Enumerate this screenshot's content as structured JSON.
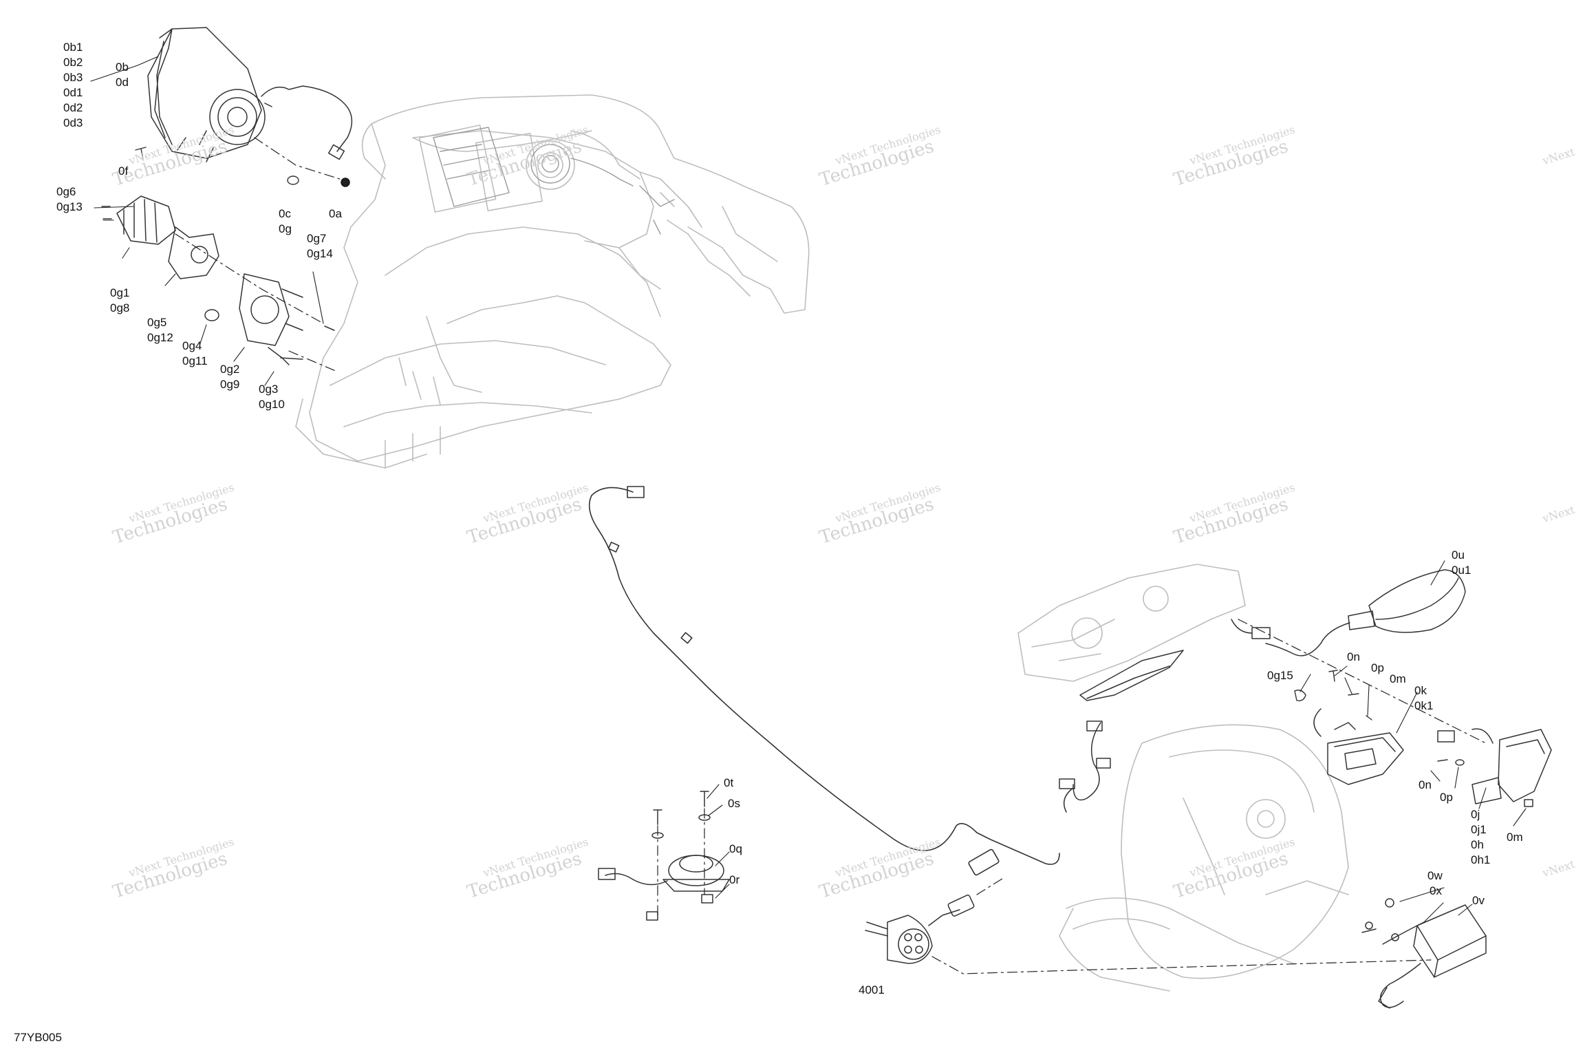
{
  "reference": "77YB005",
  "watermark": {
    "text": "vNext Technologies",
    "line1": "vNext",
    "line2": "Technologies"
  },
  "callouts": [
    {
      "id": "headlamp",
      "lines": [
        "0b1",
        "0b2",
        "0b3",
        "0d1",
        "0d2",
        "0d3"
      ]
    },
    {
      "id": "headlamp-assembly",
      "lines": [
        "0b",
        "0d"
      ]
    },
    {
      "id": "screw-0f",
      "lines": [
        "0f"
      ]
    },
    {
      "id": "clip-0c",
      "lines": [
        "0c",
        "0g"
      ]
    },
    {
      "id": "nut-0a",
      "lines": [
        "0a"
      ]
    },
    {
      "id": "screws-0g6",
      "lines": [
        "0g6",
        "0g13"
      ]
    },
    {
      "id": "fog-lamp",
      "lines": [
        "0g1",
        "0g8"
      ]
    },
    {
      "id": "lamp-housing",
      "lines": [
        "0g5",
        "0g12"
      ]
    },
    {
      "id": "grommet",
      "lines": [
        "0g4",
        "0g11"
      ]
    },
    {
      "id": "bracket",
      "lines": [
        "0g2",
        "0g9"
      ]
    },
    {
      "id": "screw-0g7",
      "lines": [
        "0g7",
        "0g14"
      ]
    },
    {
      "id": "adjuster",
      "lines": [
        "0g3",
        "0g10"
      ]
    },
    {
      "id": "mirror-signal",
      "lines": [
        "0u",
        "0u1"
      ]
    },
    {
      "id": "nut-0n-upper",
      "lines": [
        "0n"
      ]
    },
    {
      "id": "washer-0p-upper",
      "lines": [
        "0p"
      ]
    },
    {
      "id": "clip-0m-upper",
      "lines": [
        "0m"
      ]
    },
    {
      "id": "connector-0g15",
      "lines": [
        "0g15"
      ]
    },
    {
      "id": "signal-left",
      "lines": [
        "0k",
        "0k1"
      ]
    },
    {
      "id": "nut-0n-lower",
      "lines": [
        "0n"
      ]
    },
    {
      "id": "washer-0p-lower",
      "lines": [
        "0p"
      ]
    },
    {
      "id": "signal-right",
      "lines": [
        "0j",
        "0j1",
        "0h",
        "0h1"
      ]
    },
    {
      "id": "clip-0m-lower",
      "lines": [
        "0m"
      ]
    },
    {
      "id": "screw-0t",
      "lines": [
        "0t"
      ]
    },
    {
      "id": "washer-0s",
      "lines": [
        "0s"
      ]
    },
    {
      "id": "horn",
      "lines": [
        "0q"
      ]
    },
    {
      "id": "nut-0r",
      "lines": [
        "0r"
      ]
    },
    {
      "id": "nut-0w",
      "lines": [
        "0w"
      ]
    },
    {
      "id": "strap-0x",
      "lines": [
        "0x"
      ]
    },
    {
      "id": "module-0v",
      "lines": [
        "0v"
      ]
    },
    {
      "id": "sensor-4001",
      "lines": [
        "4001"
      ]
    }
  ]
}
